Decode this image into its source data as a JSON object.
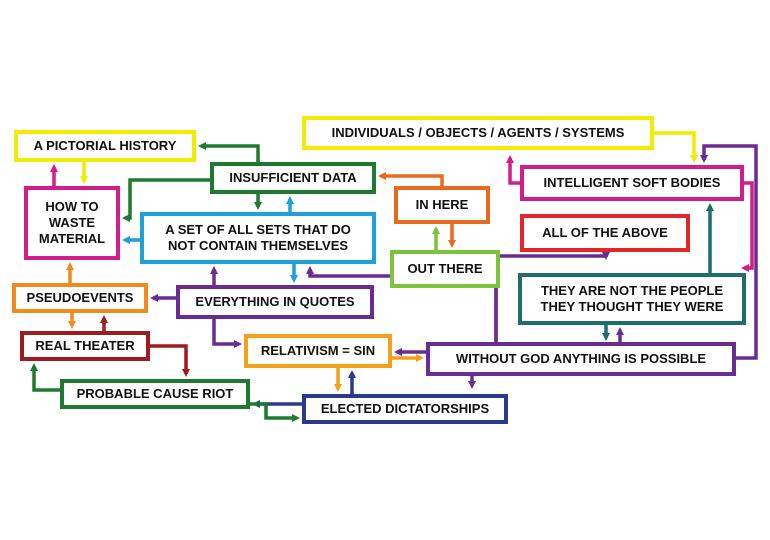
{
  "colors": {
    "yellow": "#f2ec00",
    "green": "#1e7a2e",
    "lime": "#7cc53a",
    "magenta": "#d21e8c",
    "purple": "#6b2c91",
    "blue": "#1ea1d8",
    "orange": "#f28a1e",
    "dark_orange": "#e86a1e",
    "red": "#e3262b",
    "dark_red": "#9e1b20",
    "teal": "#1c6f6a",
    "navy": "#2b3a8c",
    "bright_orange": "#f5a01a"
  },
  "nodes": {
    "pictorial_history": "A PICTORIAL HISTORY",
    "how_to_waste": "HOW TO\nWASTE\nMATERIAL",
    "insufficient_data": "INSUFFICIENT DATA",
    "set_of_all_sets": "A SET OF ALL SETS THAT DO\nNOT CONTAIN THEMSELVES",
    "in_here": "IN HERE",
    "out_there": "OUT THERE",
    "individuals": "INDIVIDUALS / OBJECTS / AGENTS / SYSTEMS",
    "intelligent_soft_bodies": "INTELLIGENT SOFT BODIES",
    "all_of_the_above": "ALL OF THE ABOVE",
    "not_the_people": "THEY ARE NOT THE PEOPLE\nTHEY THOUGHT THEY WERE",
    "pseudoevents": "PSEUDOEVENTS",
    "everything_in_quotes": "EVERYTHING IN QUOTES",
    "real_theater": "REAL THEATER",
    "relativism": "RELATIVISM = SIN",
    "without_god": "WITHOUT GOD ANYTHING IS POSSIBLE",
    "probable_cause": "PROBABLE CAUSE RIOT",
    "elected_dictatorships": "ELECTED DICTATORSHIPS"
  }
}
